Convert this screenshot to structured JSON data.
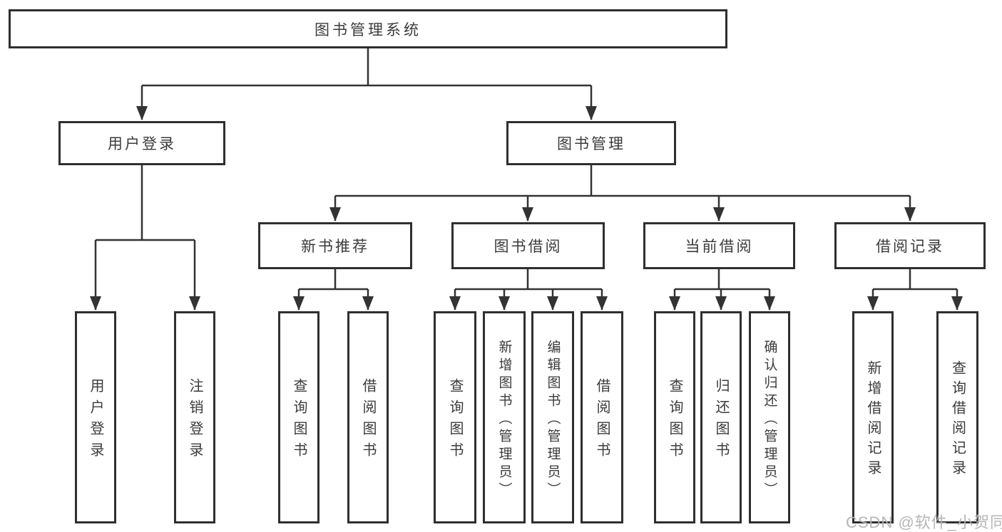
{
  "diagram": {
    "root": {
      "label": "图书管理系统"
    },
    "level2": {
      "user_login": {
        "label": "用户登录"
      },
      "book_management": {
        "label": "图书管理"
      }
    },
    "level3": {
      "new_book_recommend": {
        "label": "新书推荐"
      },
      "book_borrowing": {
        "label": "图书借阅"
      },
      "current_borrowing": {
        "label": "当前借阅"
      },
      "borrow_records": {
        "label": "借阅记录"
      }
    },
    "leaves": {
      "user_login_leaf": {
        "label": "用户登录"
      },
      "logout": {
        "label": "注销登录"
      },
      "rec_query_books": {
        "label": "查询图书"
      },
      "rec_borrow_books": {
        "label": "借阅图书"
      },
      "bb_query_books": {
        "label": "查询图书"
      },
      "bb_add_books": {
        "label": "新增图书（管理员）"
      },
      "bb_edit_books": {
        "label": "编辑图书（管理员）"
      },
      "bb_borrow_books": {
        "label": "借阅图书"
      },
      "cb_query_books": {
        "label": "查询图书"
      },
      "cb_return_books": {
        "label": "归还图书"
      },
      "cb_confirm_return": {
        "label": "确认归还（管理员）"
      },
      "br_add_record": {
        "label": "新增借阅记录"
      },
      "br_query_record": {
        "label": "查询借阅记录"
      }
    }
  },
  "watermark": {
    "text": "CSDN @软件_小贺同学"
  },
  "colors": {
    "line": "#333333",
    "box_border": "#2f2f2f",
    "text": "#3b3b3b",
    "background": "#ffffff",
    "watermark": "#b2b2b2"
  }
}
